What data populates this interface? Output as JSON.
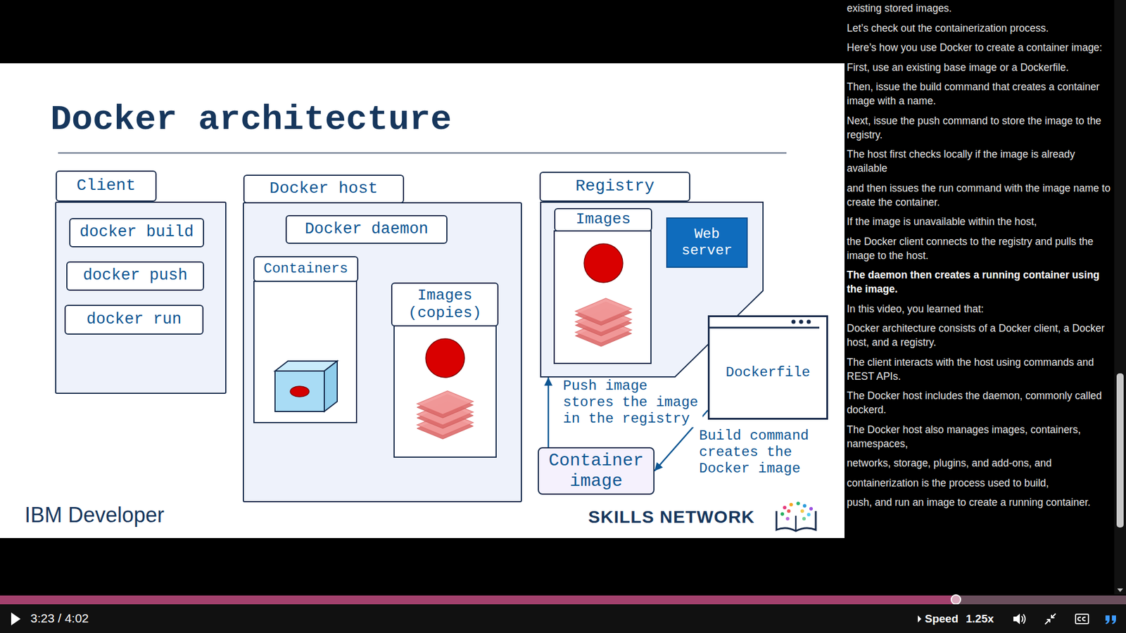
{
  "diagram": {
    "title": "Docker architecture",
    "nodes": [
      {
        "text": [
          "Client"
        ]
      },
      {
        "text": [
          "docker build"
        ],
        "in": 0
      },
      {
        "text": [
          "docker push"
        ],
        "in": 0
      },
      {
        "text": [
          "docker run"
        ],
        "in": 0
      },
      {
        "text": [
          "Docker host"
        ]
      },
      {
        "text": [
          "Docker daemon"
        ],
        "in": 4
      },
      {
        "text": [
          "Containers"
        ],
        "in": 4
      },
      {
        "text": [
          "Images (copies)"
        ],
        "in": 4
      },
      {
        "text": [
          "Registry"
        ]
      },
      {
        "text": [
          "Images"
        ],
        "in": 8
      },
      {
        "text": [
          "Web server"
        ],
        "in": 8
      },
      {
        "text": [
          "Dockerfile"
        ]
      },
      {
        "text": [
          "Container image"
        ]
      }
    ],
    "edges": [
      {
        "from": 12,
        "to": 8,
        "arrow": "to",
        "label": "Push image stores the image in the registry"
      },
      {
        "from": 11,
        "to": 12,
        "arrow": "to",
        "label": "Build command creates the Docker image"
      }
    ],
    "labels": [
      "IBM Developer",
      "SKILLS NETWORK",
      "existing stored images.",
      "Let’s check out the containerization process.",
      "Here’s how you use Docker to create a container image:",
      "First, use an existing base image or a Dockerfile.",
      "Then, issue the build command that creates a container image with a name.",
      "Next, issue the push command to store the image to the registry.",
      "The host first checks locally if the image is already available",
      "and then issues the run command with the image name to create the container.",
      "If the image is unavailable within the host,",
      "the Docker client connects to the registry and pulls the image to the host.",
      "The daemon then creates a running container using the image.",
      "In this video, you learned that:",
      "Docker architecture consists of a Docker client, a Docker host, and a registry.",
      "The client interacts with the host using commands and REST APIs.",
      "The Docker host includes the daemon, commonly called dockerd.",
      "The Docker host also manages images, containers, namespaces,",
      "networks, storage, plugins, and add-ons, and",
      "containerization is the process used to build,",
      "push, and run an image to create a running container.",
      "3:23 / 4:02",
      "Speed",
      "1.25x"
    ]
  }
}
